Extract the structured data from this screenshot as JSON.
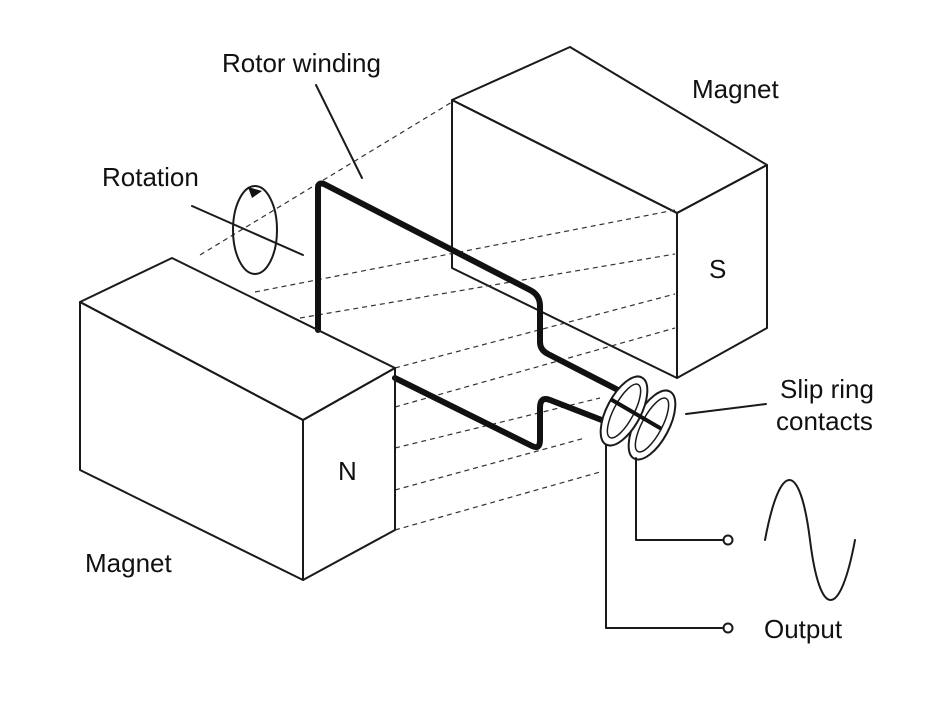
{
  "labels": {
    "rotor_winding": "Rotor winding",
    "rotation": "Rotation",
    "magnet_top": "Magnet",
    "magnet_bottom": "Magnet",
    "pole_s": "S",
    "pole_n": "N",
    "slip_ring_line1": "Slip ring",
    "slip_ring_line2": "contacts",
    "output": "Output"
  },
  "colors": {
    "magnet_side_fill": "#d0d0d0",
    "magnet_face_fill": "#ffffff",
    "line": "#111111"
  }
}
